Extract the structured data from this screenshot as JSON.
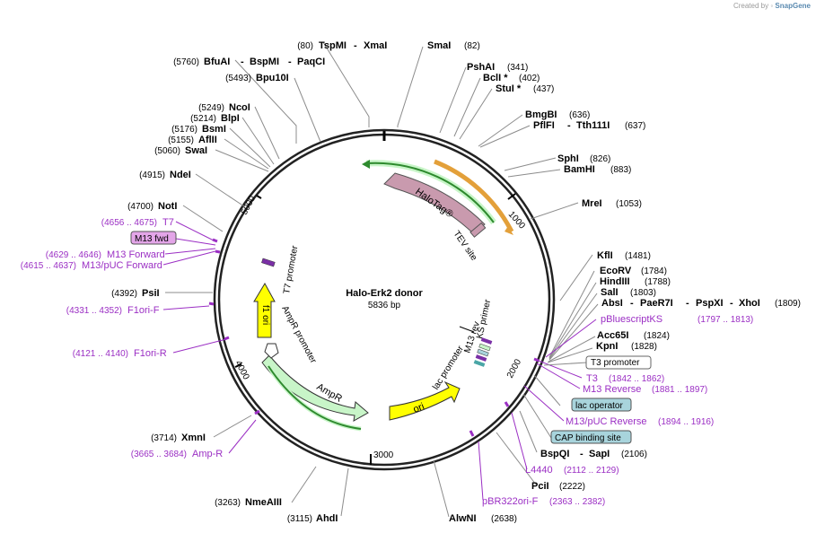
{
  "credit": {
    "prefix": "Created by",
    "brand": "SnapGene"
  },
  "plasmid": {
    "name": "Halo-Erk2 donor",
    "size": "5836 bp"
  },
  "ticks": [
    "1000",
    "2000",
    "3000",
    "4000",
    "5000"
  ],
  "enzymes": [
    {
      "name": "TspMI",
      "pos": "(80)"
    },
    {
      "name": "XmaI",
      "pos": ""
    },
    {
      "name": "SmaI",
      "pos": "(82)"
    },
    {
      "name": "PshAI",
      "pos": "(341)"
    },
    {
      "name": "BclI *",
      "pos": "(402)"
    },
    {
      "name": "StuI *",
      "pos": "(437)"
    },
    {
      "name": "BmgBI",
      "pos": "(636)"
    },
    {
      "name": "PflFI",
      "pos": ""
    },
    {
      "name": "Tth111I",
      "pos": "(637)"
    },
    {
      "name": "SphI",
      "pos": "(826)"
    },
    {
      "name": "BamHI",
      "pos": "(883)"
    },
    {
      "name": "MreI",
      "pos": "(1053)"
    },
    {
      "name": "KflI",
      "pos": "(1481)"
    },
    {
      "name": "EcoRV",
      "pos": "(1784)"
    },
    {
      "name": "HindIII",
      "pos": "(1788)"
    },
    {
      "name": "SalI",
      "pos": "(1803)"
    },
    {
      "name": "AbsI",
      "pos": ""
    },
    {
      "name": "PaeR7I",
      "pos": ""
    },
    {
      "name": "PspXI",
      "pos": ""
    },
    {
      "name": "XhoI",
      "pos": "(1809)"
    },
    {
      "name": "Acc65I",
      "pos": "(1824)"
    },
    {
      "name": "KpnI",
      "pos": "(1828)"
    },
    {
      "name": "BspQI",
      "pos": ""
    },
    {
      "name": "SapI",
      "pos": "(2106)"
    },
    {
      "name": "PciI",
      "pos": "(2222)"
    },
    {
      "name": "AlwNI",
      "pos": "(2638)"
    },
    {
      "name": "AhdI",
      "pos": "(3115)"
    },
    {
      "name": "NmeAIII",
      "pos": "(3263)"
    },
    {
      "name": "XmnI",
      "pos": "(3714)"
    },
    {
      "name": "PsiI",
      "pos": "(4392)"
    },
    {
      "name": "NotI",
      "pos": "(4700)"
    },
    {
      "name": "NdeI",
      "pos": "(4915)"
    },
    {
      "name": "SwaI",
      "pos": "(5060)"
    },
    {
      "name": "AflII",
      "pos": "(5155)"
    },
    {
      "name": "BsmI",
      "pos": "(5176)"
    },
    {
      "name": "BlpI",
      "pos": "(5214)"
    },
    {
      "name": "NcoI",
      "pos": "(5249)"
    },
    {
      "name": "Bpu10I",
      "pos": "(5493)"
    },
    {
      "name": "BfuAI",
      "pos": "(5760)"
    },
    {
      "name": "BspMI",
      "pos": ""
    },
    {
      "name": "PaqCI",
      "pos": ""
    }
  ],
  "primers": [
    {
      "name": "pBluescriptKS",
      "pos": "(1797 .. 1813)"
    },
    {
      "name": "T3",
      "pos": "(1842 .. 1862)"
    },
    {
      "name": "M13 Reverse",
      "pos": "(1881 .. 1897)"
    },
    {
      "name": "M13/pUC Reverse",
      "pos": "(1894 .. 1916)"
    },
    {
      "name": "L4440",
      "pos": "(2112 .. 2129)"
    },
    {
      "name": "pBR322ori-F",
      "pos": "(2363 .. 2382)"
    },
    {
      "name": "Amp-R",
      "pos": "(3665 .. 3684)"
    },
    {
      "name": "F1ori-R",
      "pos": "(4121 .. 4140)"
    },
    {
      "name": "F1ori-F",
      "pos": "(4331 .. 4352)"
    },
    {
      "name": "M13/pUC Forward",
      "pos": "(4615 .. 4637)"
    },
    {
      "name": "M13 Forward",
      "pos": "(4629 .. 4646)"
    },
    {
      "name": "T7",
      "pos": "(4656 .. 4675)"
    },
    {
      "name": "M13 fwd",
      "pos": ""
    }
  ],
  "outer_features": [
    "T3 promoter",
    "lac operator",
    "CAP binding site"
  ],
  "inner_features": [
    "HaloTag®",
    "TEV site",
    "KS primer",
    "M13 rev",
    "lac promoter",
    "ori",
    "AmpR",
    "AmpR promoter",
    "f1 ori",
    "T7 promoter"
  ],
  "colors": {
    "backbone": "#222222",
    "halotag": "#c99aae",
    "ampr": "#c8f5c8",
    "ori_f1": "#ffff00",
    "orange_band": "#e3a03a",
    "green_band": "#2e8a2e",
    "primer": "#9b2fc4",
    "box_blue": "#a8d4dc",
    "box_pink": "#e3a5e8"
  }
}
